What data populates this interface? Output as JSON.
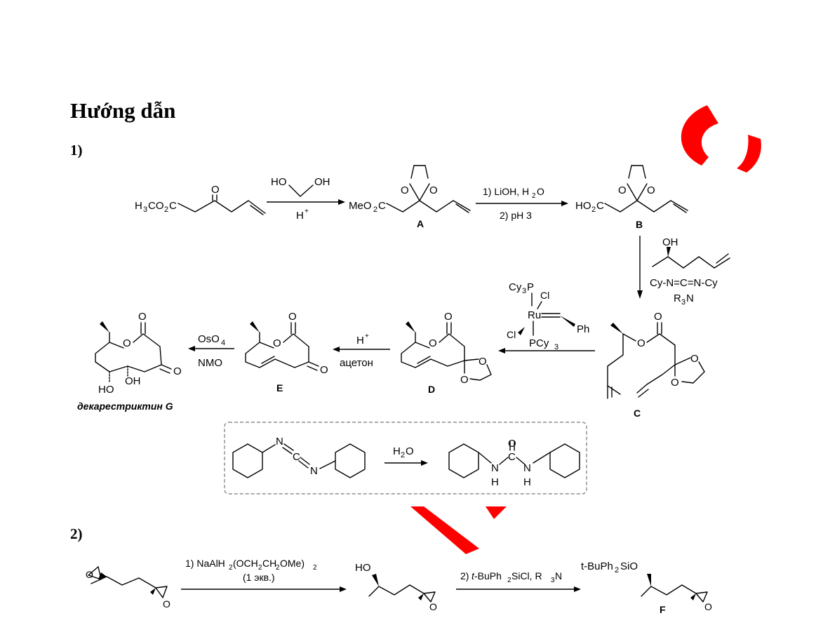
{
  "heading": "Hướng dẫn",
  "part1_label": "1)",
  "part2_label": "2)",
  "scheme1": {
    "start": {
      "ch3": "H",
      "sub3": "3",
      "co": "CO",
      "sub2": "2",
      "c": "C",
      "o": "O"
    },
    "reagent1": {
      "ho": "HO",
      "oh": "OH",
      "acid": "H",
      "plus": "+"
    },
    "A": {
      "label": "A",
      "ester": "MeO",
      "sub2": "2",
      "c": "C",
      "o1": "O",
      "o2": "O"
    },
    "reagent2": {
      "step1": "1) LiOH, H",
      "sub2": "2",
      "o": "O",
      "step2": "2) pH 3"
    },
    "B": {
      "label": "B",
      "acid": "HO",
      "sub2": "2",
      "c": "C",
      "o1": "O",
      "o2": "O"
    },
    "reagent3": {
      "oh": "OH",
      "dcc": "Cy-N=C=N-Cy",
      "base": "R",
      "sub3": "3",
      "n": "N"
    },
    "C": {
      "label": "C",
      "o_ring": "O",
      "o_keto": "O",
      "o1": "O",
      "o2": "O"
    },
    "grubbs": {
      "pcy": "Cy",
      "sub3": "3",
      "p": "P",
      "cl1": "Cl",
      "ru": "Ru",
      "cl2": "Cl",
      "ph": "Ph",
      "pcy2": "PCy",
      "sub3b": "3"
    },
    "D": {
      "label": "D",
      "o_ring": "O",
      "o_keto": "O",
      "o1": "O",
      "o2": "O"
    },
    "reagent5": {
      "acid": "H",
      "plus": "+",
      "solvent": "ацетон"
    },
    "E": {
      "label": "E",
      "o_ring": "O",
      "o_keto": "O",
      "o_ketone": "O"
    },
    "reagent6": {
      "os": "OsO",
      "sub4": "4",
      "nmo": "NMO"
    },
    "product": {
      "name": "декарестриктин G",
      "o_ring": "O",
      "o_keto": "O",
      "o_ketone": "O",
      "ho": "HO",
      "oh": "OH"
    },
    "dcc_box": {
      "n1": "N",
      "c": "C",
      "n2": "N",
      "water_h": "H",
      "water_sub": "2",
      "water_o": "O",
      "urea_o": "O",
      "urea_c": "C",
      "nh1_n": "N",
      "nh1_h": "H",
      "nh2_n": "N",
      "nh2_h": "H"
    }
  },
  "scheme2": {
    "start": {
      "o1": "O",
      "o2": "O"
    },
    "reagent1": {
      "line1a": "1) NaAlH",
      "sub2": "2",
      "line1b": "(OCH",
      "sub2b": "2",
      "line1c": "CH",
      "sub2c": "2",
      "line1d": "OMe)",
      "sub2d": "2",
      "line2": "(1 экв.)"
    },
    "mid": {
      "ho": "HO",
      "o": "O"
    },
    "reagent2": {
      "step": "2) ",
      "tbu": "t",
      "rest": "-BuPh",
      "sub2": "2",
      "sicl": "SiCl, R",
      "sub3": "3",
      "n": "N"
    },
    "F": {
      "label": "F",
      "si": "t-BuPh",
      "sub2": "2",
      "sio": "SiO",
      "o": "O"
    }
  },
  "colors": {
    "watermark": "#ff0000",
    "text": "#000000",
    "box_border": "#777777"
  }
}
